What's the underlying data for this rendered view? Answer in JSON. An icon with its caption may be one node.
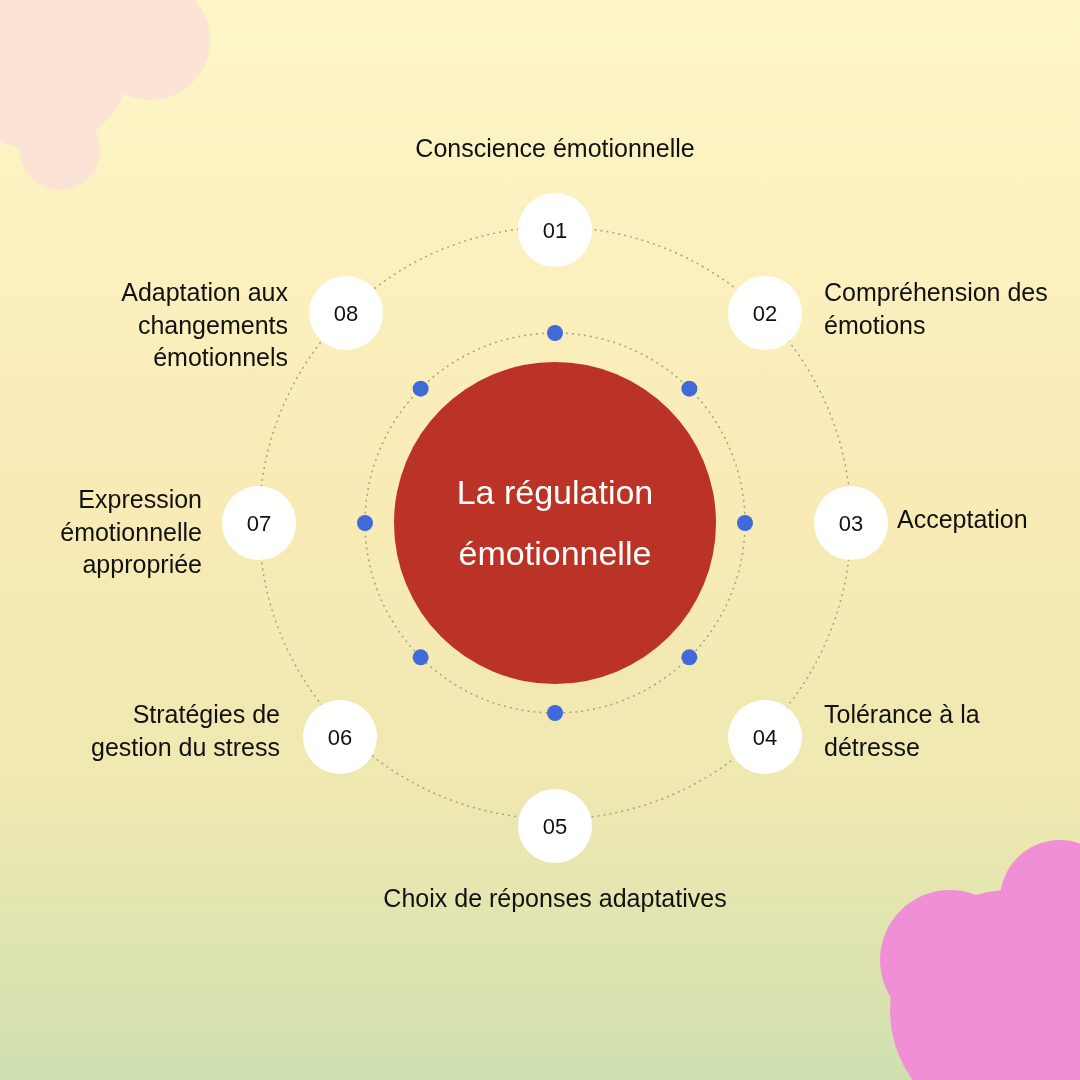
{
  "diagram": {
    "nodes": [
      {
        "text": [
          "La régulation émotionnelle"
        ]
      },
      {
        "text": [
          "01"
        ],
        "beside": [
          "Conscience émotionnelle"
        ]
      },
      {
        "text": [
          "02"
        ],
        "beside": [
          "Compréhension des émotions"
        ]
      },
      {
        "text": [
          "03"
        ],
        "beside": [
          "Acceptation"
        ]
      },
      {
        "text": [
          "04"
        ],
        "beside": [
          "Tolérance à la détresse"
        ]
      },
      {
        "text": [
          "05"
        ],
        "beside": [
          "Choix de réponses adaptatives"
        ]
      },
      {
        "text": [
          "06"
        ],
        "beside": [
          "Stratégies de gestion du stress"
        ]
      },
      {
        "text": [
          "07"
        ],
        "beside": [
          "Expression émotionnelle appropriée"
        ]
      },
      {
        "text": [
          "08"
        ],
        "beside": [
          "Adaptation aux changements émotionnels"
        ]
      }
    ]
  }
}
